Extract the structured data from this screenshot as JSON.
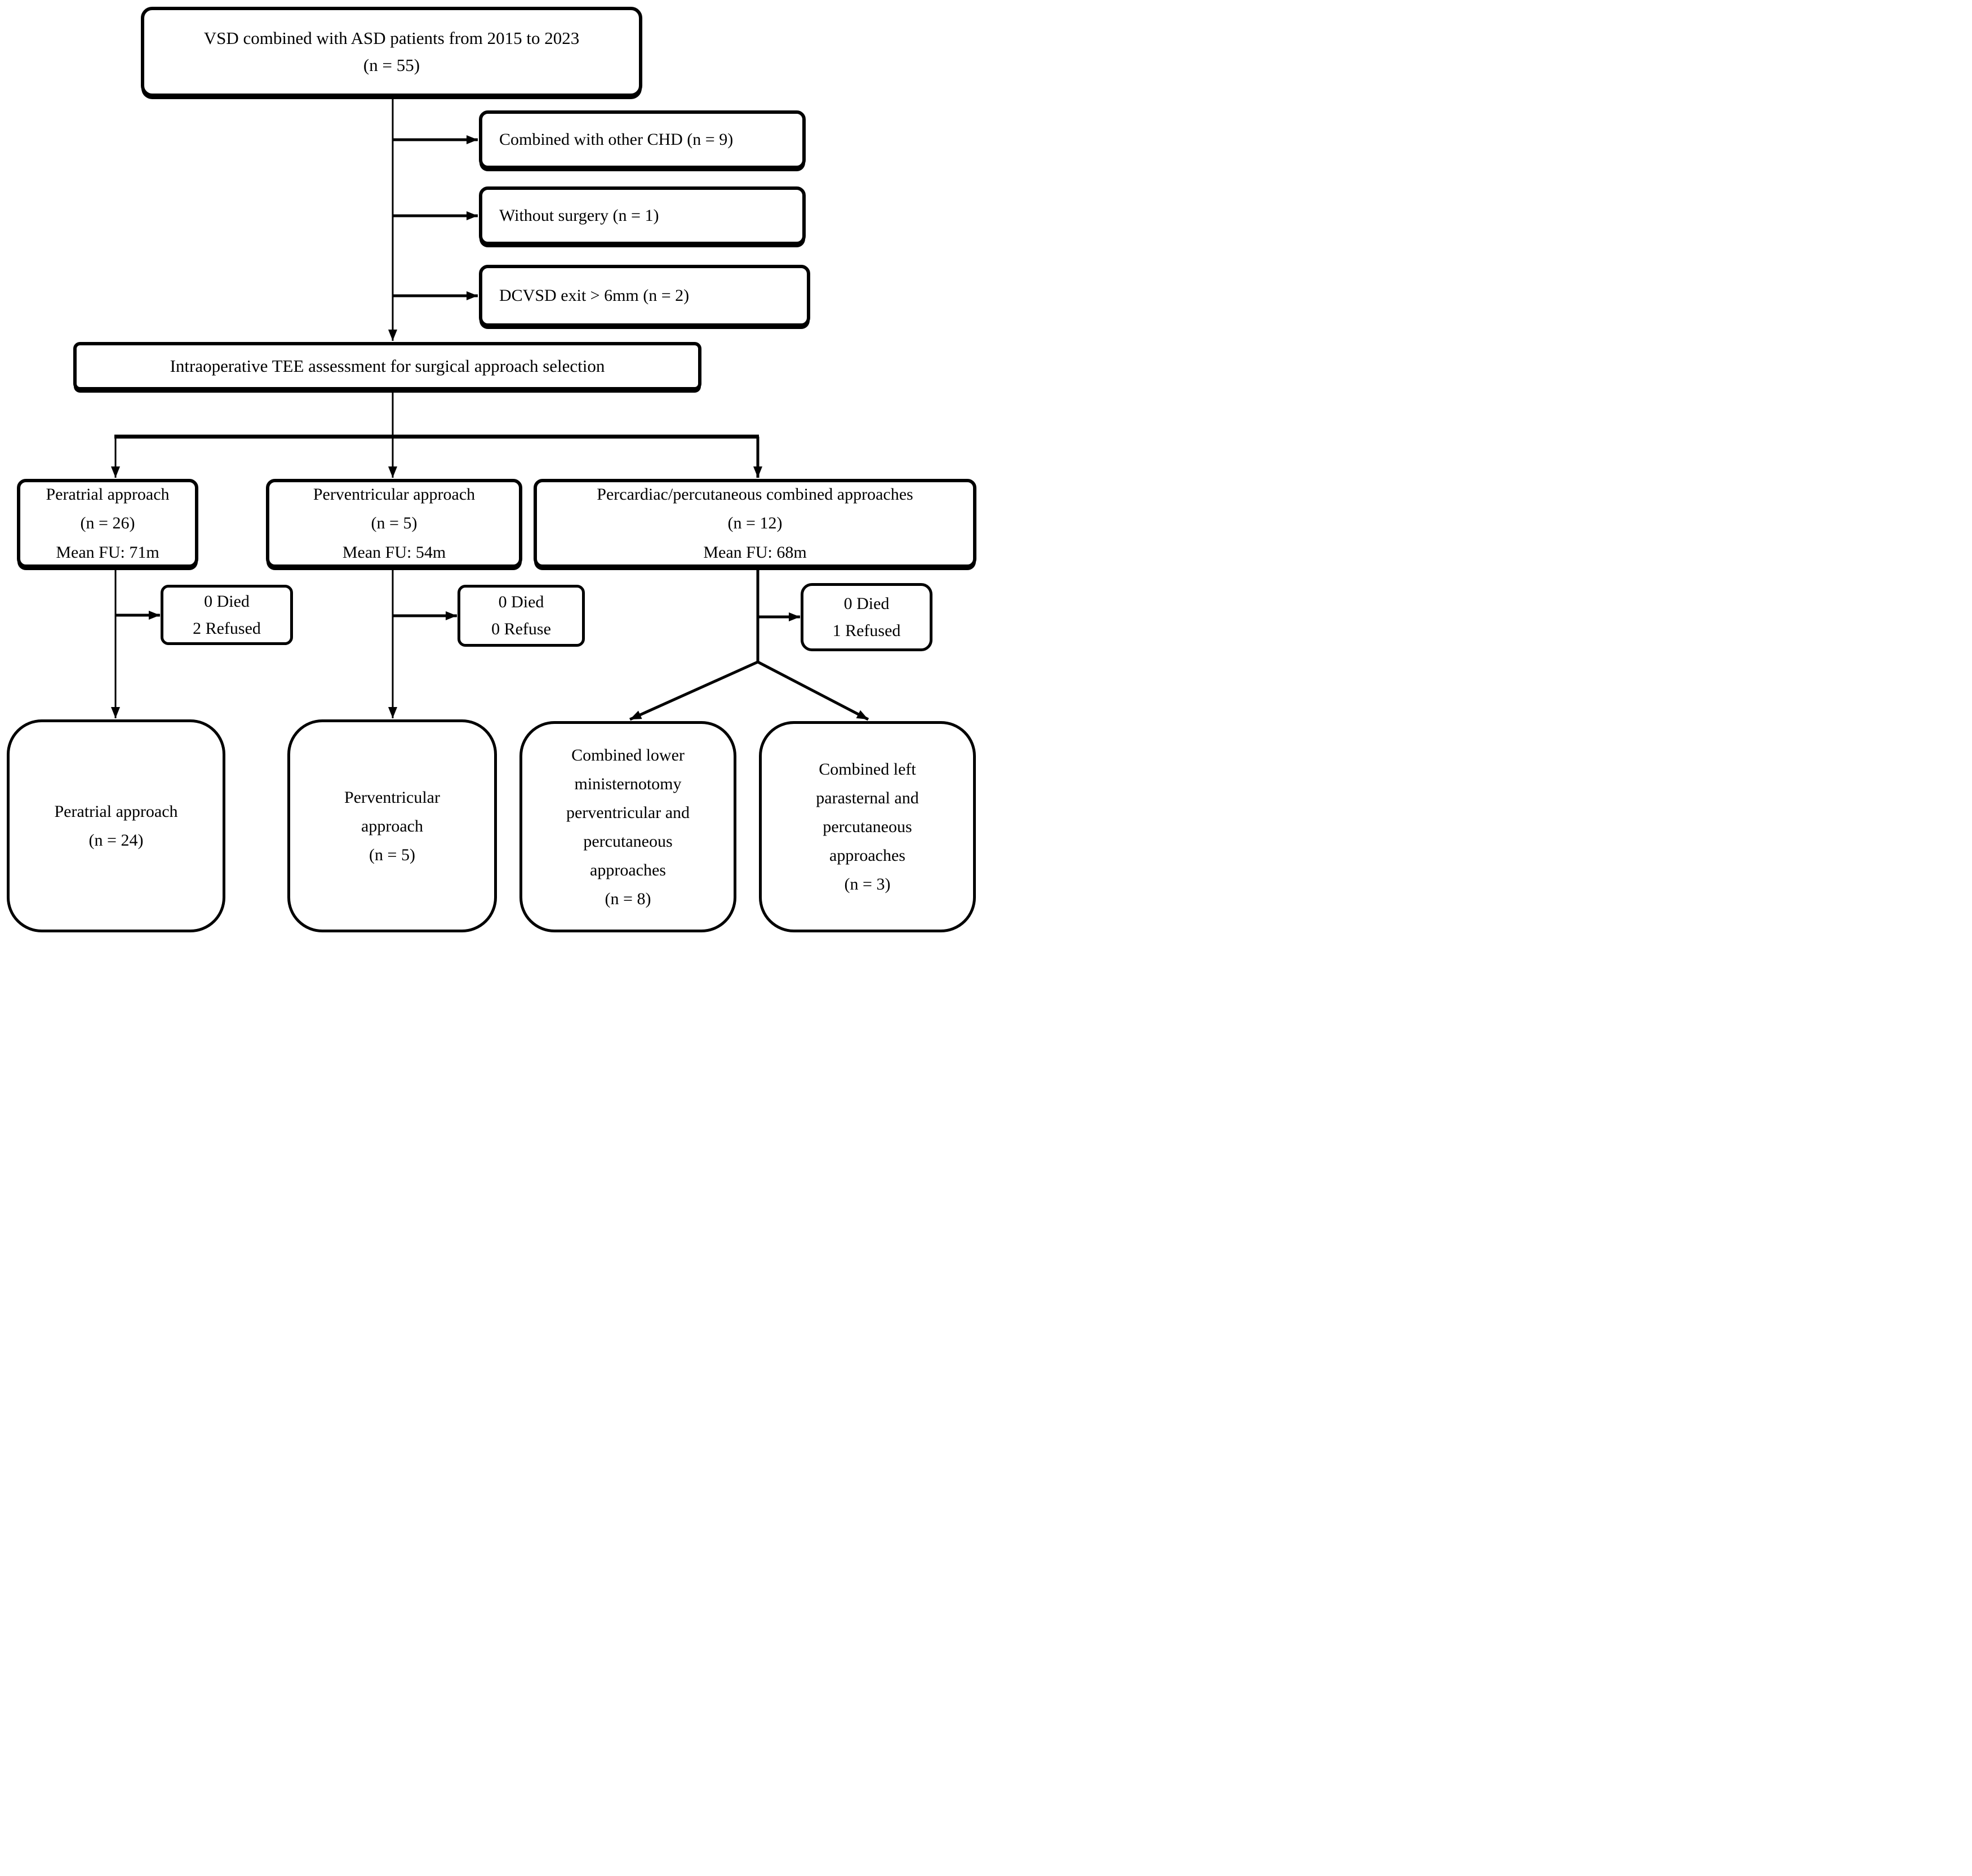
{
  "diagram": {
    "title": "VSD with ASD surgical approach selection flowchart",
    "colors": {
      "ink": "#000000",
      "paper": "#ffffff"
    },
    "nodes": {
      "source": {
        "lines": [
          "VSD combined with ASD patients from 2015 to 2023",
          "(n = 55)"
        ]
      },
      "excl_chd": {
        "lines": [
          "Combined with other CHD (n = 9)"
        ]
      },
      "excl_surgery": {
        "lines": [
          "Without surgery (n = 1)"
        ]
      },
      "excl_dcvsd": {
        "lines": [
          "DCVSD exit > 6mm (n = 2)"
        ]
      },
      "tee": {
        "lines": [
          "Intraoperative TEE assessment for surgical approach selection"
        ]
      },
      "peratrial": {
        "lines": [
          "Peratrial approach",
          "(n = 26)",
          "Mean FU: 71m"
        ]
      },
      "perventricular": {
        "lines": [
          "Perventricular approach",
          "(n = 5)",
          "Mean FU: 54m"
        ]
      },
      "percardiac": {
        "lines": [
          "Percardiac/percutaneous combined approaches",
          "(n = 12)",
          "Mean FU: 68m"
        ]
      },
      "peratrial_outcome": {
        "lines": [
          "0 Died",
          "2 Refused"
        ]
      },
      "perventricular_outcome": {
        "lines": [
          "0 Died",
          "0 Refuse"
        ]
      },
      "percardiac_outcome": {
        "lines": [
          "0 Died",
          "1 Refused"
        ]
      },
      "peratrial_final": {
        "lines": [
          "Peratrial approach",
          "(n = 24)"
        ]
      },
      "perventricular_final": {
        "lines": [
          "Perventricular",
          "approach",
          "(n = 5)"
        ]
      },
      "ministernotomy_final": {
        "lines": [
          "Combined lower",
          "ministernotomy",
          "perventricular and",
          "percutaneous",
          "approaches",
          "(n = 8)"
        ]
      },
      "parasternal_final": {
        "lines": [
          "Combined left",
          "parasternal and",
          "percutaneous",
          "approaches",
          "(n = 3)"
        ]
      }
    }
  }
}
